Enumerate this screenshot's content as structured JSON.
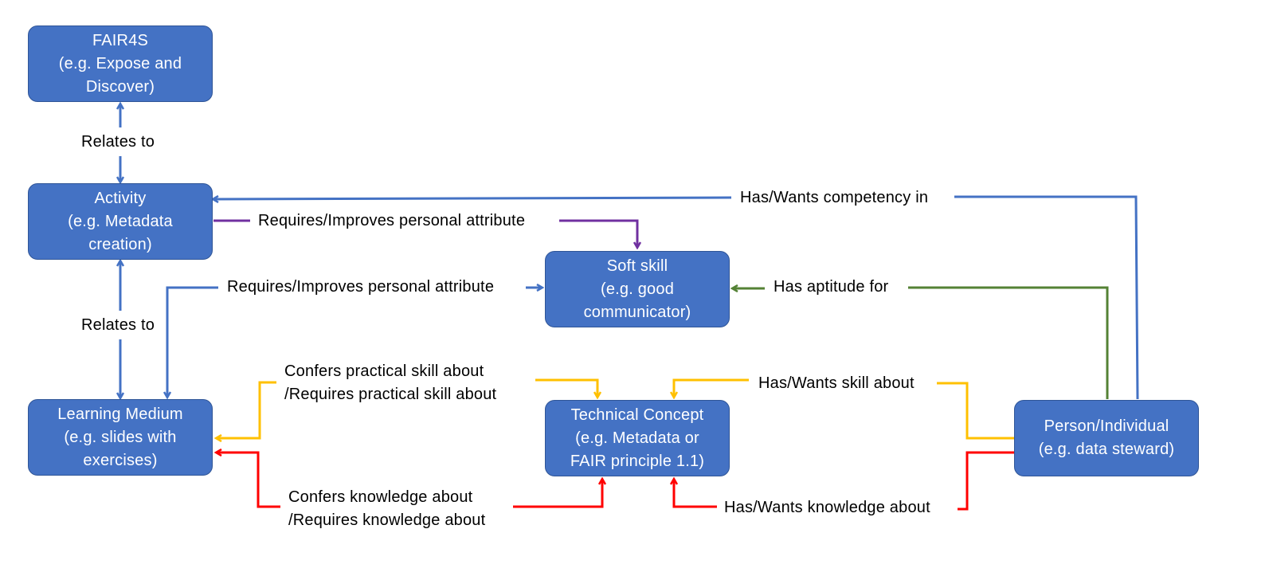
{
  "colors": {
    "node_fill": "#4472c4",
    "node_border": "#2f5597",
    "node_text": "#ffffff",
    "edge_blue": "#4472c4",
    "edge_purple": "#7030a0",
    "edge_green": "#548235",
    "edge_yellow": "#ffc000",
    "edge_red": "#ff0000"
  },
  "nodes": {
    "fair4s": {
      "line1": "FAIR4S",
      "line2": "(e.g. Expose and",
      "line3": "Discover)"
    },
    "activity": {
      "line1": "Activity",
      "line2": "(e.g. Metadata",
      "line3": "creation)"
    },
    "soft_skill": {
      "line1": "Soft skill",
      "line2": "(e.g. good",
      "line3": "communicator)"
    },
    "learning_medium": {
      "line1": "Learning Medium",
      "line2": "(e.g. slides with",
      "line3": "exercises)"
    },
    "technical_concept": {
      "line1": "Technical Concept",
      "line2": "(e.g. Metadata or",
      "line3": "FAIR principle 1.1)"
    },
    "person": {
      "line1": "Person/Individual",
      "line2": "(e.g. data steward)"
    }
  },
  "edges": {
    "relates_to_top": "Relates to",
    "relates_to_bottom": "Relates to",
    "has_wants_competency": "Has/Wants competency in",
    "activity_requires_improves": "Requires/Improves personal attribute",
    "medium_requires_improves": "Requires/Improves personal attribute",
    "has_aptitude_for": "Has aptitude for",
    "confers_practical_line1": "Confers practical skill about",
    "confers_practical_line2": "/Requires practical skill about",
    "has_wants_skill": "Has/Wants skill about",
    "confers_knowledge_line1": "Confers knowledge about",
    "confers_knowledge_line2": "/Requires knowledge about",
    "has_wants_knowledge": "Has/Wants knowledge about"
  }
}
